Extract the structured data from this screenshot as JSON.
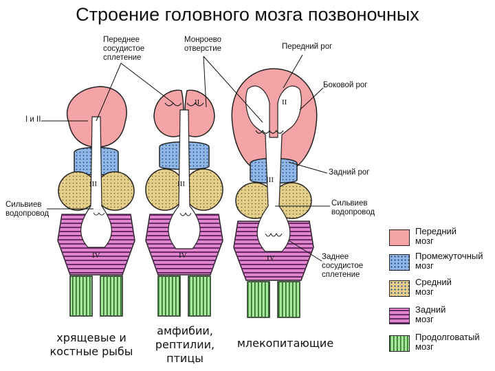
{
  "title": "Строение головного мозга позвоночных",
  "labels": {
    "ant_plexus": "Переднее\nсосудистое\nсплетение",
    "monro": "Монроево\nотверстие",
    "front_horn": "Передний рог",
    "lateral_horn": "Боковой рог",
    "one_two": "I и II",
    "rear_horn": "Задний рог",
    "sylvian_left": "Сильвиев\nводопровод",
    "sylvian_right": "Сильвиев\nводопровод",
    "post_plexus": "Заднее\nсосудистое\nсплетение"
  },
  "romans": {
    "ii": "II",
    "iii": "III",
    "iv": "IV"
  },
  "captions": {
    "fish": "хрящевые и\nкостные рыбы",
    "amphibians": "амфибии,\nрептилии,\nптицы",
    "mammals": "млекопитающие"
  },
  "colors": {
    "forebrain": "#f4a3a6",
    "diencephalon": "#8fb6e4",
    "midbrain": "#e5cf8c",
    "hindbrain": "#df86cf",
    "medulla": "#a6e89a"
  },
  "legend": [
    {
      "label": "Передний\nмозг",
      "color": "#f4a3a6",
      "pattern": "plain"
    },
    {
      "label": "Промежуточный\nмозг",
      "color": "#8fb6e4",
      "pattern": "dots"
    },
    {
      "label": "Средний\nмозг",
      "color": "#e5cf8c",
      "pattern": "dots"
    },
    {
      "label": "Задний\nмозг",
      "color": "#df86cf",
      "pattern": "hstripes"
    },
    {
      "label": "Продолговатый\nмозг",
      "color": "#a6e89a",
      "pattern": "vstripes"
    }
  ]
}
